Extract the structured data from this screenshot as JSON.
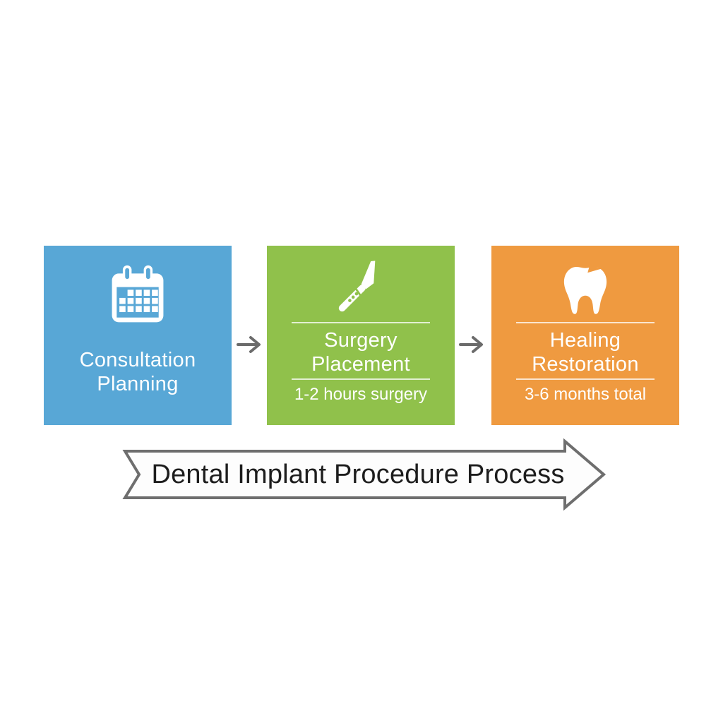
{
  "background_color": "#ffffff",
  "banner": {
    "label": "Dental Implant Procedure Process",
    "fill_color": "#FDFDFD",
    "stroke_color": "#6E6E6E",
    "text_color": "#1D1D1D"
  },
  "connector": {
    "color": "#6B6B6B",
    "glyph": "right-arrow"
  },
  "steps": [
    {
      "id": "consultation-planning",
      "color": "#58A7D6",
      "icon": "calendar-icon",
      "title_line1": "Consultation",
      "title_line2": "Planning"
    },
    {
      "id": "surgery-placement",
      "color": "#90C14B",
      "icon": "scalpel-icon",
      "title_line1": "Surgery",
      "title_line2": "Placement",
      "subtitle": "1-2 hours surgery"
    },
    {
      "id": "healing-restoration",
      "color": "#EF9A40",
      "icon": "tooth-icon",
      "title_line1": "Healing",
      "title_line2": "Restoration",
      "subtitle": "3-6 months total"
    }
  ]
}
